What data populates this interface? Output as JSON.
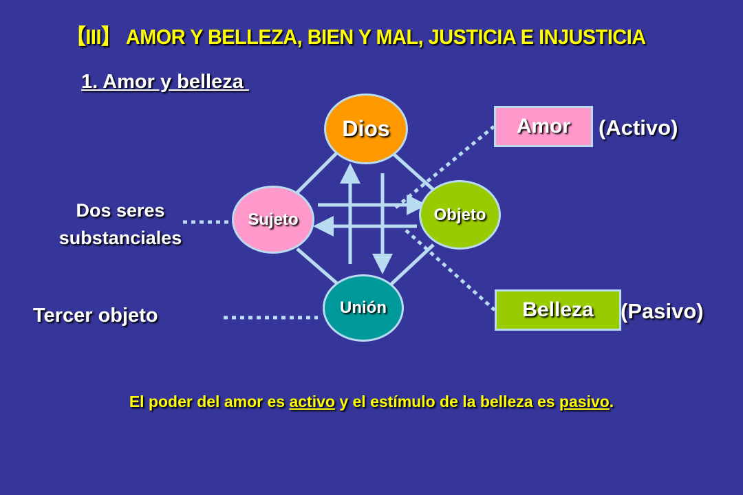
{
  "title": "【III】 AMOR Y BELLEZA, BIEN Y MAL, JUSTICIA E INJUSTICIA",
  "subtitle": "1. Amor y belleza ",
  "nodes": {
    "dios": "Dios",
    "sujeto": "Sujeto",
    "objeto": "Objeto",
    "union": "Unión"
  },
  "boxes": {
    "amor": "Amor",
    "belleza": "Belleza"
  },
  "labels": {
    "activo": "(Activo)",
    "pasivo": "(Pasivo)",
    "dos_seres": "Dos seres substanciales",
    "tercer_objeto": "Tercer objeto"
  },
  "statement": {
    "part1": "El poder del amor es ",
    "word_activo": "activo",
    "part2": " y el estímulo de la belleza es ",
    "word_pasivo": "pasivo",
    "part3": "."
  },
  "colors": {
    "background": "#35359a",
    "title": "#ffff00",
    "dios": "#ff9900",
    "sujeto": "#ff99cc",
    "objeto": "#99cc00",
    "union": "#009999",
    "connector": "#b9dcf2"
  }
}
